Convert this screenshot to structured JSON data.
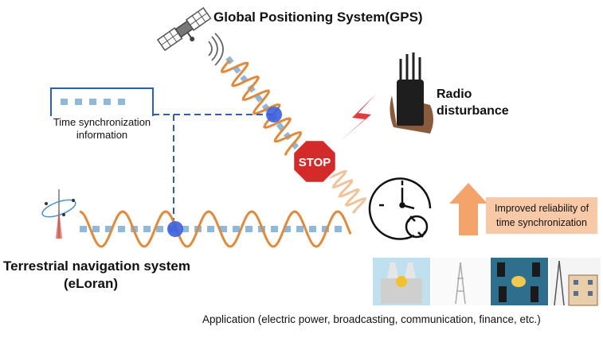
{
  "labels": {
    "gps_title": "Global Positioning System(GPS)",
    "radio_line1": "Radio",
    "radio_line2": "disturbance",
    "sync_line1": "Time synchronization",
    "sync_line2": "information",
    "eloran_line1": "Terrestrial navigation system",
    "eloran_line2": "(eLoran)",
    "improved_line1": "Improved reliability of",
    "improved_line2": "time synchronization",
    "stop_sign": "STOP",
    "application_caption": "Application (electric power, broadcasting, communication, finance, etc.)"
  },
  "icons": {
    "satellite": "satellite-icon",
    "jammer": "radio-jammer-icon",
    "lightning": "lightning-bolt-icon",
    "stop": "stop-sign-icon",
    "clock": "clock-sync-icon",
    "arrow": "up-arrow-icon",
    "tower": "eloran-tower-icon",
    "apps": [
      "power-plant-icon",
      "broadcast-tower-icon",
      "communication-server-icon",
      "finance-building-icon"
    ]
  },
  "colors": {
    "wave": "#e08a3c",
    "dots": "#8fb8dd",
    "marker": "#3a5fe0",
    "dashed_line": "#2f5fa8",
    "lightning": "#e83a3a",
    "stop": "#d42a2a",
    "arrow": "#f4a46a",
    "improved_bg": "#f8c9a6"
  }
}
